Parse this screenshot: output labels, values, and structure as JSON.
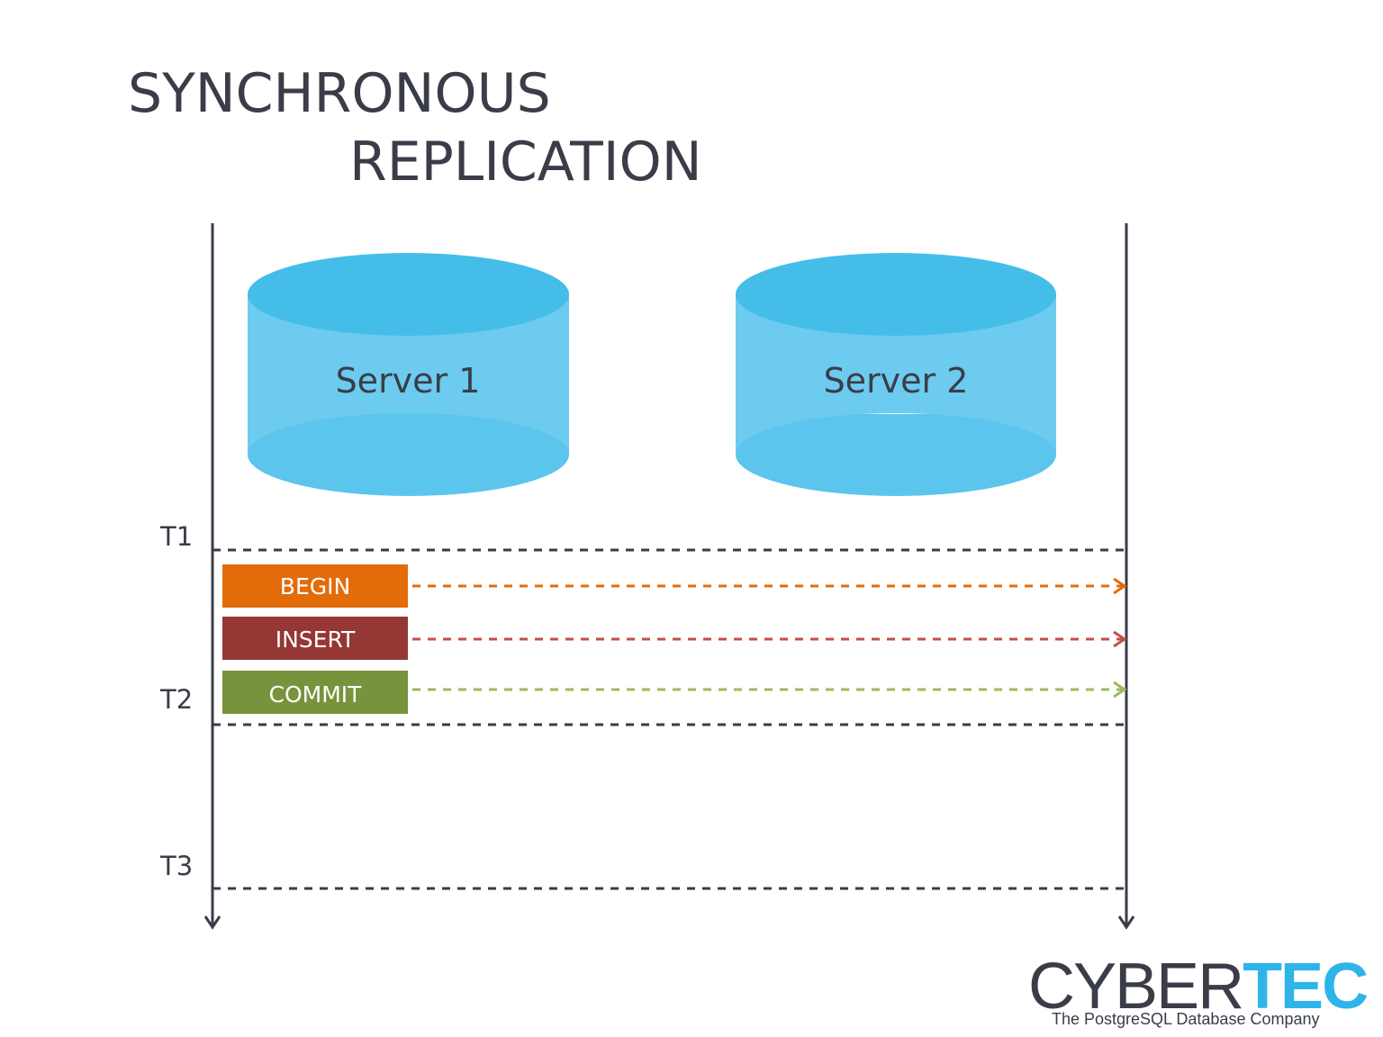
{
  "title": {
    "line1": "SYNCHRONOUS",
    "line2": "REPLICATION"
  },
  "servers": [
    {
      "label": "Server 1",
      "color": "#5bc5ee"
    },
    {
      "label": "Server 2",
      "color": "#5bc5ee"
    }
  ],
  "time_markers": [
    {
      "label": "T1"
    },
    {
      "label": "T2"
    },
    {
      "label": "T3"
    }
  ],
  "operations": [
    {
      "label": "BEGIN",
      "color": "#e36c0a",
      "arrow_color": "#e36c0a"
    },
    {
      "label": "INSERT",
      "color": "#953735",
      "arrow_color": "#c0504d"
    },
    {
      "label": "COMMIT",
      "color": "#77933c",
      "arrow_color": "#9bbb59"
    }
  ],
  "logo": {
    "word_part1": "CYBER",
    "word_part2": "TEC",
    "tagline": "The PostgreSQL Database Company"
  },
  "colors": {
    "text": "#3a3d48",
    "cylinder_top": "#45bde9",
    "cylinder_body": "#6ccbef",
    "cylinder_bottom": "#5bc5ee",
    "logo_accent": "#2fb4e9"
  }
}
